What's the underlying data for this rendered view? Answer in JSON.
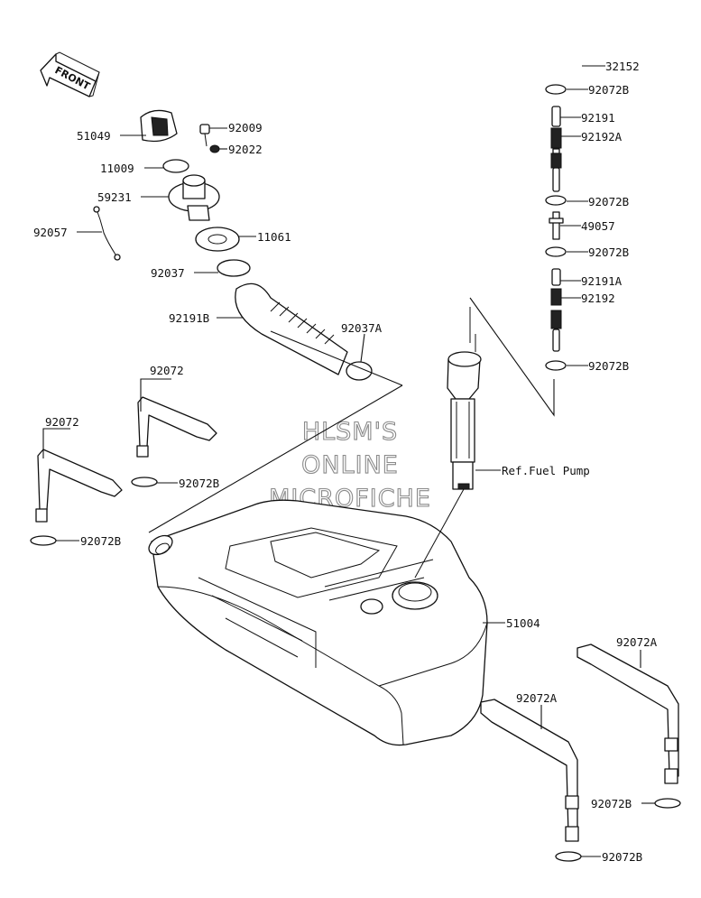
{
  "direction_label": "FRONT",
  "watermark": [
    "HLSM'S",
    "ONLINE",
    "MICROFICHE"
  ],
  "callouts": {
    "p32152": "32152",
    "p92072B_1": "92072B",
    "p92191": "92191",
    "p92192A": "92192A",
    "p92072B_2": "92072B",
    "p49057": "49057",
    "p92072B_3": "92072B",
    "p92191A": "92191A",
    "p92192": "92192",
    "p92072B_4": "92072B",
    "p51049": "51049",
    "p92009": "92009",
    "p92022": "92022",
    "p11009": "11009",
    "p59231": "59231",
    "p92057": "92057",
    "p11061": "11061",
    "p92037": "92037",
    "p92191B": "92191B",
    "p92037A": "92037A",
    "p92072_1": "92072",
    "p92072_2": "92072",
    "p92072B_5": "92072B",
    "p92072B_6": "92072B",
    "ref_fuel_pump": "Ref.Fuel Pump",
    "p51004": "51004",
    "p92072A_1": "92072A",
    "p92072A_2": "92072A",
    "p92072B_7": "92072B",
    "p92072B_8": "92072B"
  }
}
